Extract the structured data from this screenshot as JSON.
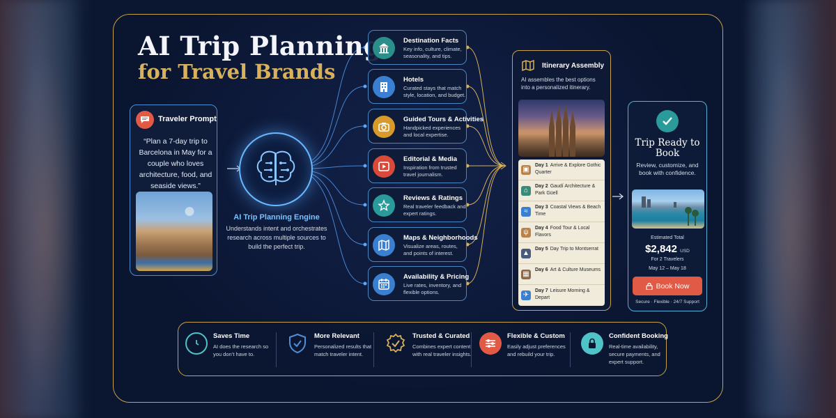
{
  "title": {
    "line1": "AI Trip Planning",
    "line2": "for Travel Brands"
  },
  "prompt": {
    "title": "Traveler Prompt",
    "text": "“Plan a 7-day trip to Barcelona in May for a couple who loves architecture, food, and seaside views.”",
    "icon": "speech-bubble-icon"
  },
  "engine": {
    "title": "AI Trip Planning Engine",
    "description": "Understands intent and orchestrates research across multiple sources to build the perfect trip.",
    "icon": "brain-circuit-icon"
  },
  "sources": [
    {
      "title": "Destination Facts",
      "desc": "Key info, culture, climate, seasonality, and tips.",
      "icon": "museum-icon",
      "color": "#2a8f8a"
    },
    {
      "title": "Hotels",
      "desc": "Curated stays that match style, location, and budget.",
      "icon": "hotel-icon",
      "color": "#3a7fd0"
    },
    {
      "title": "Guided Tours & Activities",
      "desc": "Handpicked experiences and local expertise.",
      "icon": "camera-icon",
      "color": "#d89a2a"
    },
    {
      "title": "Editorial & Media",
      "desc": "Inspiration from trusted travel journalism.",
      "icon": "play-icon",
      "color": "#d94a3a"
    },
    {
      "title": "Reviews & Ratings",
      "desc": "Real traveler feedback and expert ratings.",
      "icon": "star-icon",
      "color": "#2a9a9a"
    },
    {
      "title": "Maps & Neighborhoods",
      "desc": "Visualize areas, routes, and points of interest.",
      "icon": "map-icon",
      "color": "#3a7fd0"
    },
    {
      "title": "Availability & Pricing",
      "desc": "Live rates, inventory, and flexible options.",
      "icon": "calendar-icon",
      "color": "#3a7fd0"
    }
  ],
  "itinerary": {
    "title": "Itinerary Assembly",
    "description": "AI assembles the best options into a personalized itinerary.",
    "days": [
      {
        "day": "Day 1",
        "text": "Arrive & Explore Gothic Quarter",
        "icon": "suitcase-icon"
      },
      {
        "day": "Day 2",
        "text": "Gaudí Architecture & Park Güell",
        "icon": "building-icon"
      },
      {
        "day": "Day 3",
        "text": "Coastal Views & Beach Time",
        "icon": "wave-icon"
      },
      {
        "day": "Day 4",
        "text": "Food Tour & Local Flavors",
        "icon": "utensils-icon"
      },
      {
        "day": "Day 5",
        "text": "Day Trip to Montserrat",
        "icon": "mountain-icon"
      },
      {
        "day": "Day 6",
        "text": "Art & Culture Museums",
        "icon": "painting-icon"
      },
      {
        "day": "Day 7",
        "text": "Leisure Morning & Depart",
        "icon": "plane-icon"
      }
    ]
  },
  "booking": {
    "title": "Trip Ready to Book",
    "description": "Review, customize, and book with confidence.",
    "estimated_label": "Estimated Total",
    "price": "$2,842",
    "currency": "USD",
    "travelers": "For 2 Travelers",
    "dates": "May 12 – May 18",
    "button": "Book Now",
    "footer": "Secure · Flexible · 24/7 Support"
  },
  "benefits": [
    {
      "title": "Saves Time",
      "desc": "AI does the research so you don’t have to.",
      "icon": "clock-icon",
      "color": "#4fc3c8"
    },
    {
      "title": "More Relevant",
      "desc": "Personalized results that match traveler intent.",
      "icon": "shield-check-icon",
      "color": "#4f8fd8"
    },
    {
      "title": "Trusted & Curated",
      "desc": "Combines expert content with real traveler insights.",
      "icon": "badge-check-icon",
      "color": "#d8b15a"
    },
    {
      "title": "Flexible & Custom",
      "desc": "Easily adjust preferences and rebuild your trip.",
      "icon": "sliders-icon",
      "color": "#e05a45"
    },
    {
      "title": "Confident Booking",
      "desc": "Real-time availability, secure payments, and expert support.",
      "icon": "lock-icon",
      "color": "#4fc3c8"
    }
  ],
  "colors": {
    "accent_gold": "#c9a24a",
    "accent_blue": "#4a8fd0",
    "button_red": "#e05a45"
  }
}
